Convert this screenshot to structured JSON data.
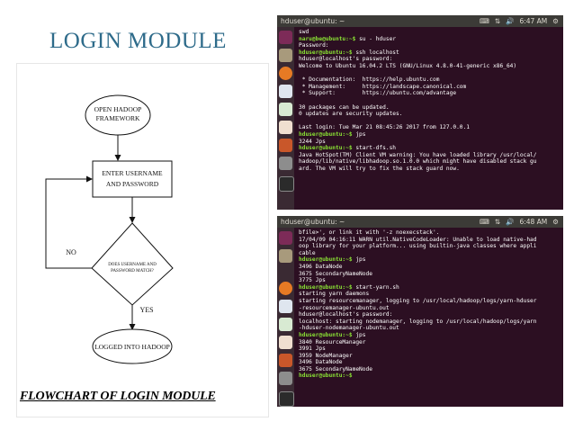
{
  "slide": {
    "title": "LOGIN MODULE",
    "caption": "FLOWCHART OF LOGIN MODULE"
  },
  "flowchart": {
    "start_line1": "OPEN HADOOP",
    "start_line2": "FRAMEWORK",
    "enter_line1": "ENTER USERNAME",
    "enter_line2": "AND PASSWORD",
    "decision_line1": "DOES USERNAME AND",
    "decision_line2": "PASSWORD MATCH?",
    "no_label": "NO",
    "yes_label": "YES",
    "end_text": "LOGGED INTO HADOOP"
  },
  "terminal_top": {
    "window_title": "hduser@ubuntu: ~",
    "clock": "6:47 AM",
    "lines": [
      {
        "prompt": "",
        "text": "swd"
      },
      {
        "prompt": "naru@be@ubuntu:~$",
        "text": " su - hduser"
      },
      {
        "prompt": "",
        "text": "Password:"
      },
      {
        "prompt": "hduser@ubuntu:~$",
        "text": " ssh localhost"
      },
      {
        "prompt": "",
        "text": "hduser@localhost's password:"
      },
      {
        "prompt": "",
        "text": "Welcome to Ubuntu 16.04.2 LTS (GNU/Linux 4.8.0-41-generic x86_64)"
      },
      {
        "prompt": "",
        "text": ""
      },
      {
        "prompt": "",
        "text": " * Documentation:  https://help.ubuntu.com"
      },
      {
        "prompt": "",
        "text": " * Management:     https://landscape.canonical.com"
      },
      {
        "prompt": "",
        "text": " * Support:        https://ubuntu.com/advantage"
      },
      {
        "prompt": "",
        "text": ""
      },
      {
        "prompt": "",
        "text": "30 packages can be updated."
      },
      {
        "prompt": "",
        "text": "0 updates are security updates."
      },
      {
        "prompt": "",
        "text": ""
      },
      {
        "prompt": "",
        "text": "Last login: Tue Mar 21 08:45:26 2017 from 127.0.0.1"
      },
      {
        "prompt": "hduser@ubuntu:~$",
        "text": " jps"
      },
      {
        "prompt": "",
        "text": "3244 Jps"
      },
      {
        "prompt": "hduser@ubuntu:~$",
        "text": " start-dfs.sh"
      },
      {
        "prompt": "",
        "text": "Java HotSpot(TM) Client VM warning: You have loaded library /usr/local/"
      },
      {
        "prompt": "",
        "text": "hadoop/lib/native/libhadoop.so.1.0.0 which might have disabled stack gu"
      },
      {
        "prompt": "",
        "text": "ard. The VM will try to fix the stack guard now."
      }
    ]
  },
  "terminal_bottom": {
    "window_title": "hduser@ubuntu: ~",
    "clock": "6:48 AM",
    "lines": [
      {
        "prompt": "",
        "text": "bfile>', or link it with '-z noexecstack'."
      },
      {
        "prompt": "",
        "text": "17/04/09 04:16:11 WARN util.NativeCodeLoader: Unable to load native-had"
      },
      {
        "prompt": "",
        "text": "oop library for your platform... using builtin-java classes where appli"
      },
      {
        "prompt": "",
        "text": "cable"
      },
      {
        "prompt": "hduser@ubuntu:~$",
        "text": " jps"
      },
      {
        "prompt": "",
        "text": "3496 DataNode"
      },
      {
        "prompt": "",
        "text": "3675 SecondaryNameNode"
      },
      {
        "prompt": "",
        "text": "3775 Jps"
      },
      {
        "prompt": "hduser@ubuntu:~$",
        "text": " start-yarn.sh"
      },
      {
        "prompt": "",
        "text": "starting yarn daemons"
      },
      {
        "prompt": "",
        "text": "starting resourcemanager, logging to /usr/local/hadoop/logs/yarn-hduser"
      },
      {
        "prompt": "",
        "text": "-resourcemanager-ubuntu.out"
      },
      {
        "prompt": "",
        "text": "hduser@localhost's password:"
      },
      {
        "prompt": "",
        "text": "localhost: starting nodemanager, logging to /usr/local/hadoop/logs/yarn"
      },
      {
        "prompt": "",
        "text": "-hduser-nodemanager-ubuntu.out"
      },
      {
        "prompt": "hduser@ubuntu:~$",
        "text": " jps"
      },
      {
        "prompt": "",
        "text": "3840 ResourceManager"
      },
      {
        "prompt": "",
        "text": "3991 Jps"
      },
      {
        "prompt": "",
        "text": "3959 NodeManager"
      },
      {
        "prompt": "",
        "text": "3496 DataNode"
      },
      {
        "prompt": "",
        "text": "3675 SecondaryNameNode"
      },
      {
        "prompt": "hduser@ubuntu:~$",
        "text": ""
      }
    ]
  },
  "colors": {
    "title": "#2e6b8a",
    "terminal_bg": "#2c0f22",
    "prompt": "#8ae234",
    "titlebar": "#3c3b37"
  },
  "icons": [
    "ubuntu-dash-icon",
    "files-icon",
    "firefox-icon",
    "writer-icon",
    "calc-icon",
    "impress-icon",
    "software-icon",
    "settings-icon",
    "terminal-icon"
  ]
}
